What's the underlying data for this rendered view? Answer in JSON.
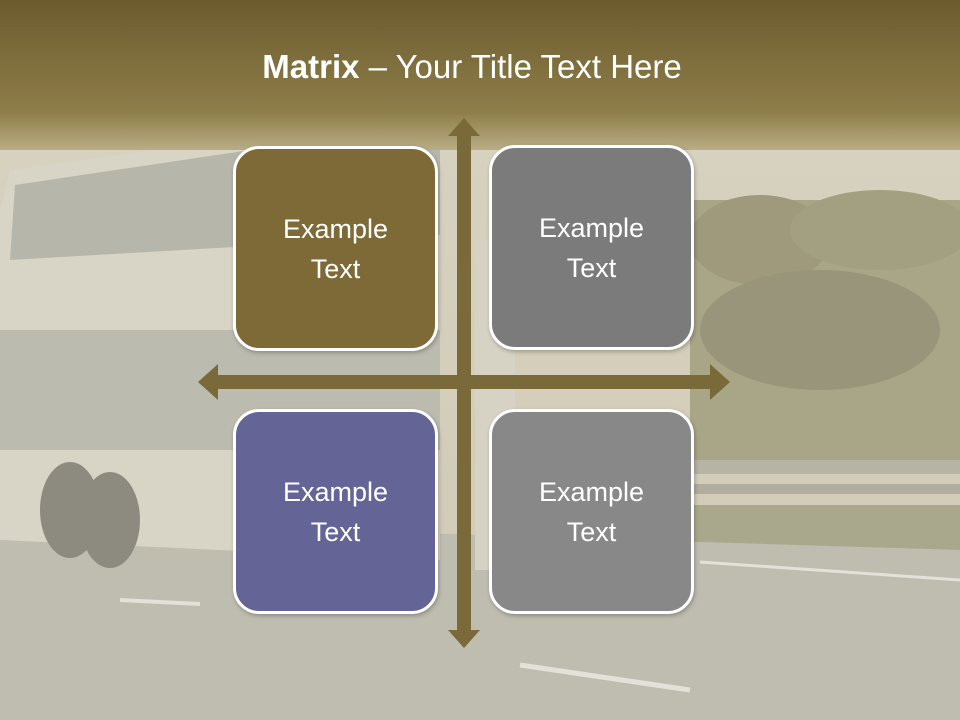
{
  "title": {
    "bold": "Matrix",
    "rest": " – Your Title Text Here"
  },
  "boxes": [
    {
      "label": "Example Text",
      "color": "#7d6a36"
    },
    {
      "label": "Example Text",
      "color": "#7b7b7b"
    },
    {
      "label": "Example Text",
      "color": "#646497"
    },
    {
      "label": "Example Text",
      "color": "#888888"
    }
  ],
  "colors": {
    "header": "#7a6a35",
    "arrow": "#7a6a3a"
  }
}
